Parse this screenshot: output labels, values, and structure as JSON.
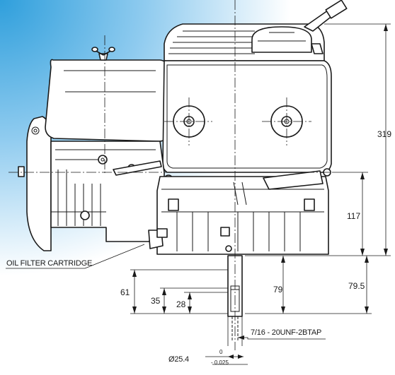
{
  "theme": {
    "background_gradient": [
      "#3aa6e0",
      "#a9d8f4",
      "#ffffff"
    ],
    "line_color": "#1a1a1a"
  },
  "dimensions": {
    "overall_height": "319",
    "base_to_center": "117",
    "shaft_total": "79.5",
    "shaft_to_tap": "79",
    "shaft_length": "61",
    "keyway_end": "35",
    "keyway_length": "28"
  },
  "callouts": {
    "oil_filter": "OIL FILTER CARTRIDGE",
    "thread": "7/16 - 20UNF-2BTAP",
    "shaft_diameter": "Ø25.4",
    "tolerance_upper": "0",
    "tolerance_lower": "- 0.025"
  }
}
